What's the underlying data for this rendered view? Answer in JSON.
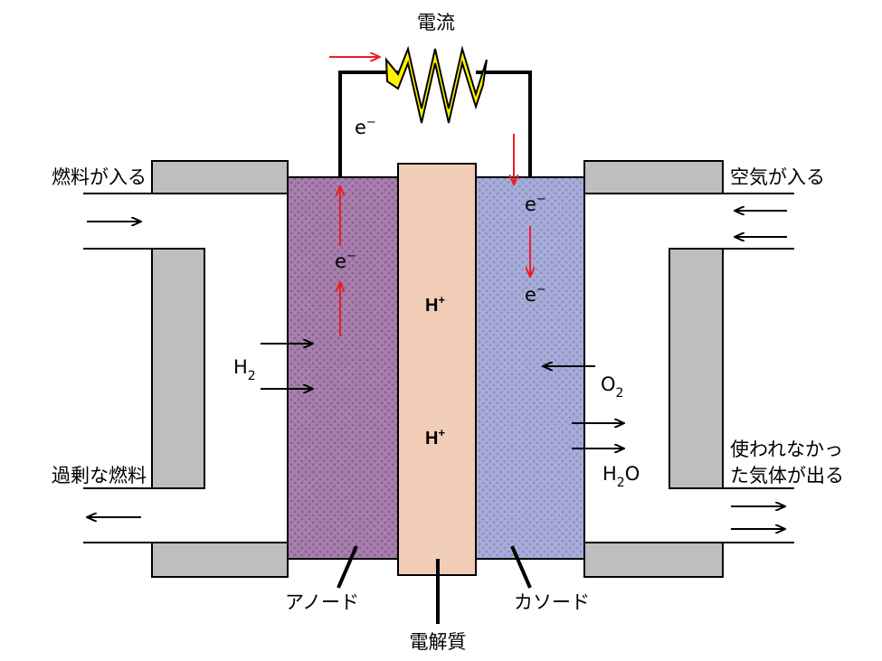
{
  "labels": {
    "current": "電流",
    "fuel_in": "燃料が入る",
    "air_in": "空気が入る",
    "excess_fuel": "過剰な燃料",
    "unused_gas_line1": "使われなかっ",
    "unused_gas_line2": "た気体が出る",
    "anode": "アノード",
    "cathode": "カソード",
    "electrolyte": "電解質"
  },
  "species": {
    "electron_base": "e",
    "electron_charge": "−",
    "proton_base": "H",
    "proton_charge": "+",
    "hydrogen_base": "H",
    "hydrogen_sub": "2",
    "oxygen_base": "O",
    "oxygen_sub": "2",
    "water_h": "H",
    "water_sub": "2",
    "water_o": "O"
  },
  "colors": {
    "anode_fill": "#a87fae",
    "anode_dots": "#8c6593",
    "electrolyte_fill": "#f1cdb7",
    "cathode_fill": "#a7acd8",
    "cathode_dots": "#8d93c4",
    "frame_fill": "#bdbec0",
    "resistor_fill": "#fff200",
    "electron_arrow": "#ee1c25",
    "line": "#000000"
  }
}
